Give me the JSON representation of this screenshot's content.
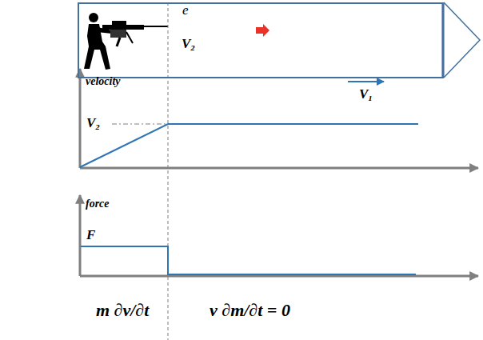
{
  "diagram": {
    "nodes": [
      {
        "text": [
          "e",
          "V₂"
        ]
      }
    ],
    "labels": [
      "V₁",
      "velocity",
      "V₂",
      "force",
      "F",
      "m ∂v/∂t",
      "v ∂m/∂t = 0"
    ]
  }
}
